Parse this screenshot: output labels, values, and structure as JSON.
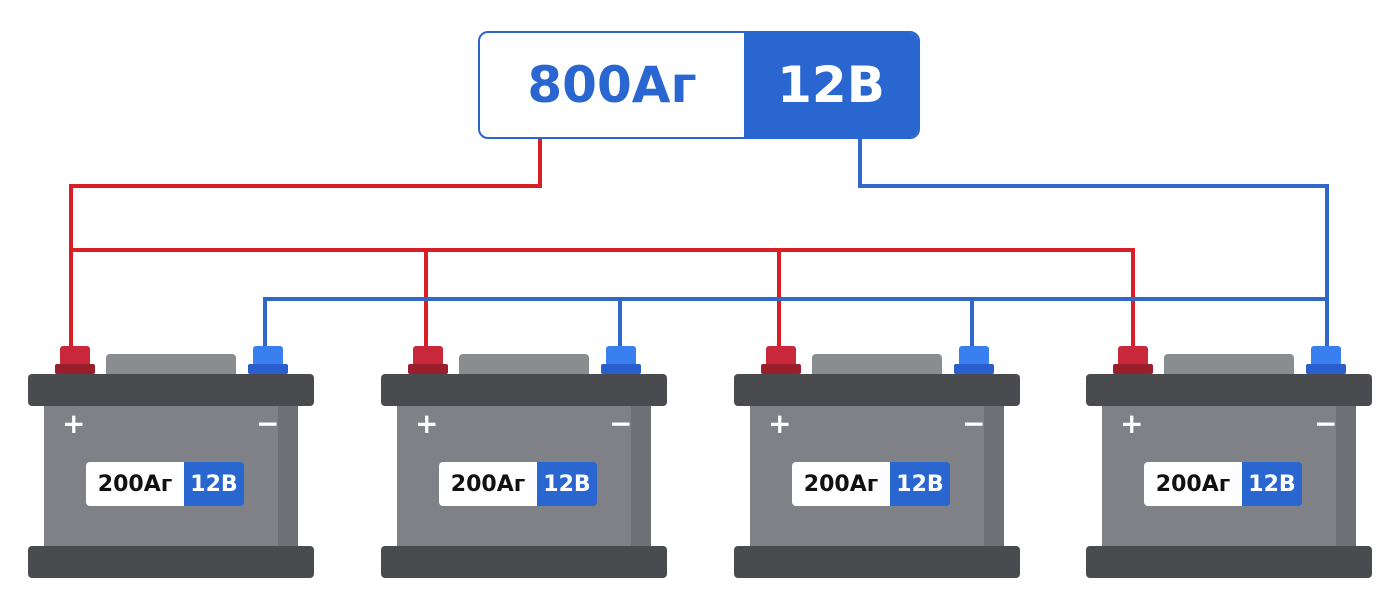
{
  "total": {
    "capacity": "800Аг",
    "voltage": "12В"
  },
  "batteries": [
    {
      "capacity": "200Аг",
      "voltage": "12В",
      "plus": "+",
      "minus": "−"
    },
    {
      "capacity": "200Аг",
      "voltage": "12В",
      "plus": "+",
      "minus": "−"
    },
    {
      "capacity": "200Аг",
      "voltage": "12В",
      "plus": "+",
      "minus": "−"
    },
    {
      "capacity": "200Аг",
      "voltage": "12В",
      "plus": "+",
      "minus": "−"
    }
  ],
  "colors": {
    "positive_wire": "#d81f26",
    "negative_wire": "#2f68c8",
    "accent": "#2a66d0",
    "battery_body": "#808186",
    "battery_dark": "#4a4b4f"
  }
}
